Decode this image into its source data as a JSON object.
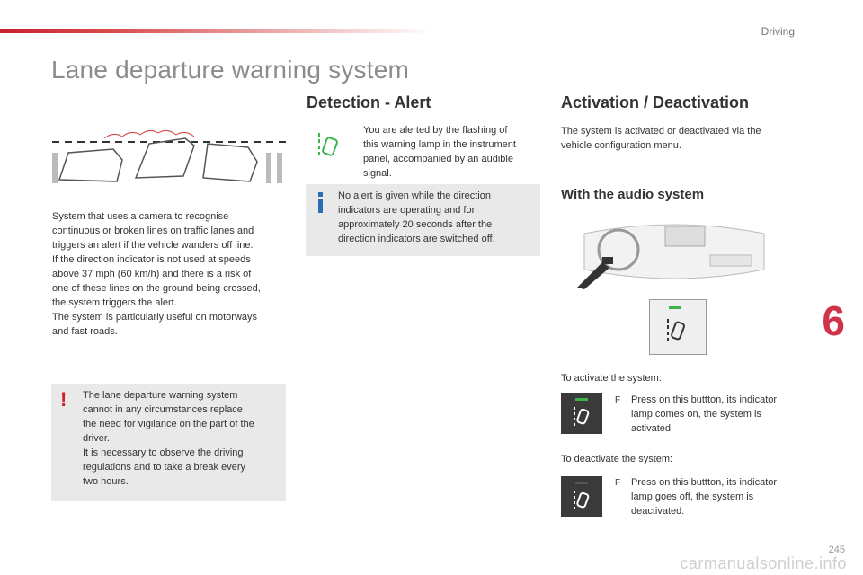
{
  "header": {
    "section": "Driving"
  },
  "title": "Lane departure warning system",
  "chapter_number": "6",
  "page_number": "245",
  "watermark": "carmanualsonline.info",
  "left": {
    "description": [
      "System that uses a camera to recognise",
      "continuous or broken lines on traffic lanes and",
      "triggers an alert if the vehicle wanders off line.",
      "If the direction indicator is not used at speeds",
      "above 37 mph (60 km/h) and there is a risk of",
      "one of these lines on the ground being crossed,",
      "the system triggers the alert.",
      "The system is particularly useful on motorways",
      "and fast roads."
    ],
    "warning": [
      "The lane departure warning system",
      "cannot in any circumstances replace",
      "the need for vigilance on the part of the",
      "driver.",
      "It is necessary to observe the driving",
      "regulations and to take a break every",
      "two hours."
    ]
  },
  "detection": {
    "heading": "Detection - Alert",
    "alert_text": [
      "You are alerted by the flashing of",
      "this warning lamp in the instrument",
      "panel, accompanied by an audible",
      "signal."
    ],
    "info_text": [
      "No alert is given while the direction",
      "indicators are operating and for",
      "approximately 20 seconds after the",
      "direction indicators are switched off."
    ]
  },
  "activation": {
    "heading": "Activation / Deactivation",
    "intro": [
      "The system is activated or deactivated via the",
      "vehicle configuration menu."
    ],
    "audio_heading": "With the audio system",
    "activate_label": "To activate the system:",
    "activate_step": [
      "Press on this buttton, its indicator",
      "lamp comes on, the system is",
      "activated."
    ],
    "deactivate_label": "To deactivate the system:",
    "deactivate_step": [
      "Press on this buttton, its indicator",
      "lamp goes off, the system is",
      "deactivated."
    ],
    "bullet": "F"
  },
  "colors": {
    "accent_red": "#c8202f",
    "indicator_green": "#3bb54a",
    "info_blue": "#2a6db5",
    "chapter": "#d0324a"
  }
}
